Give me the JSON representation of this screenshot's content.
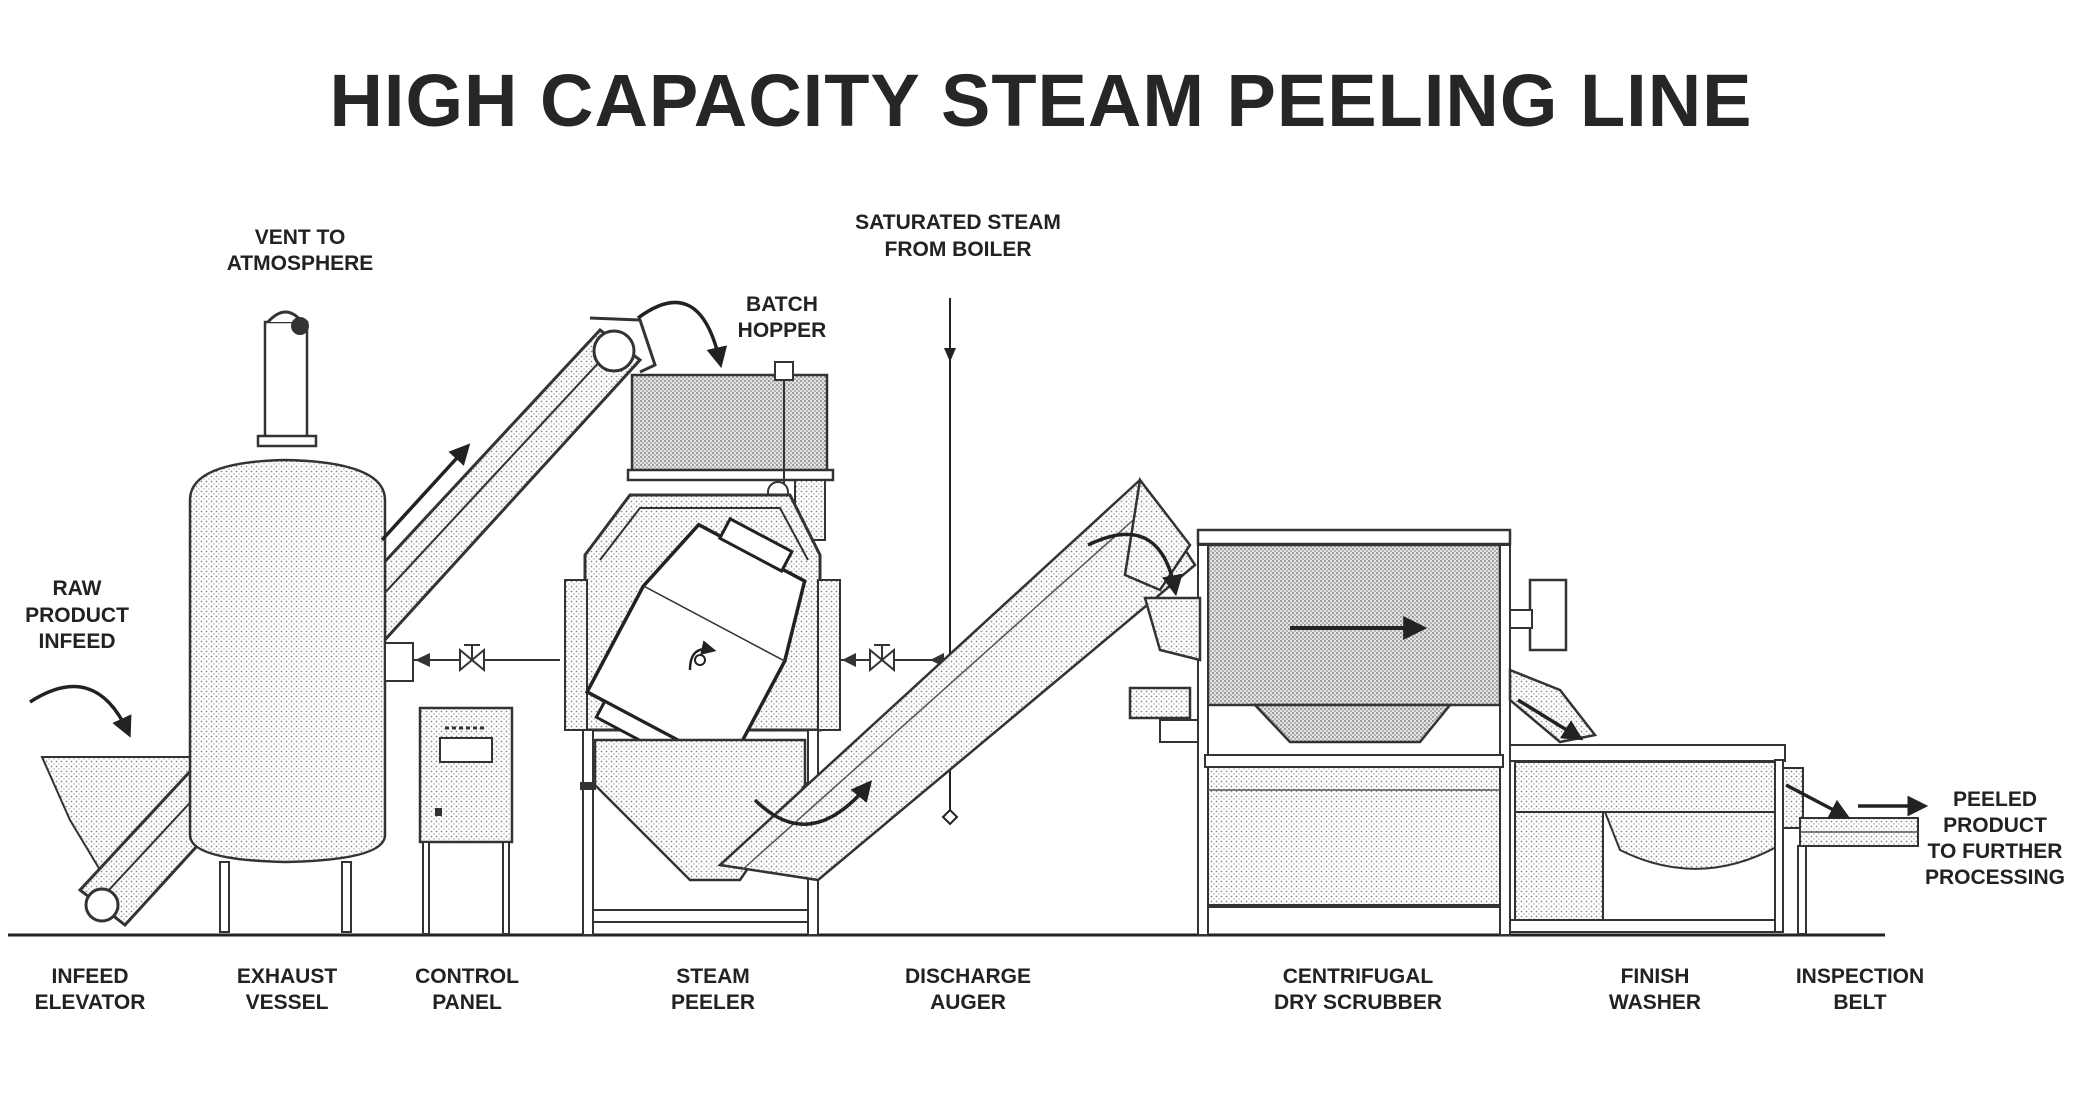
{
  "title": "HIGH CAPACITY STEAM PEELING LINE",
  "annotations": {
    "vent": [
      "VENT TO",
      "ATMOSPHERE"
    ],
    "steam": [
      "SATURATED STEAM",
      "FROM BOILER"
    ],
    "hopper": [
      "BATCH",
      "HOPPER"
    ],
    "infeed": [
      "RAW",
      "PRODUCT",
      "INFEED"
    ],
    "outfeed": [
      "PEELED",
      "PRODUCT",
      "TO FURTHER",
      "PROCESSING"
    ]
  },
  "stations": [
    [
      "INFEED",
      "ELEVATOR"
    ],
    [
      "EXHAUST",
      "VESSEL"
    ],
    [
      "CONTROL",
      "PANEL"
    ],
    [
      "STEAM",
      "PEELER"
    ],
    [
      "DISCHARGE",
      "AUGER"
    ],
    [
      "CENTRIFUGAL",
      "DRY SCRUBBER"
    ],
    [
      "FINISH",
      "WASHER"
    ],
    [
      "INSPECTION",
      "BELT"
    ]
  ]
}
